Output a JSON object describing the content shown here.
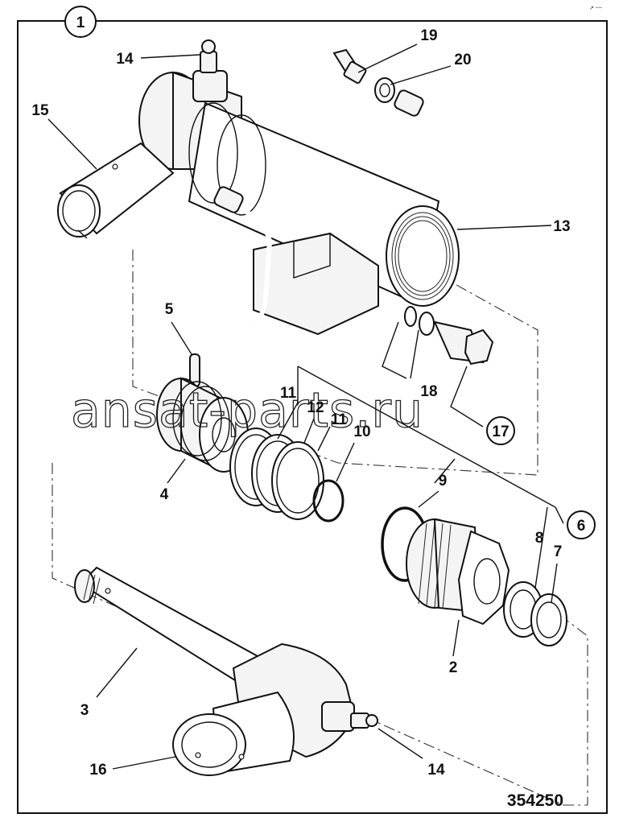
{
  "diagram": {
    "assembly_callout": "1",
    "figure_number": "354250",
    "watermark": "ansat-parts.ru",
    "top_right_mark": "↗ ~~"
  },
  "callouts": {
    "c2": "2",
    "c3": "3",
    "c4": "4",
    "c5": "5",
    "c6": "6",
    "c7": "7",
    "c8": "8",
    "c9": "9",
    "c10": "10",
    "c11a": "11",
    "c11b": "11",
    "c12": "12",
    "c13": "13",
    "c14a": "14",
    "c14b": "14",
    "c15": "15",
    "c16": "16",
    "c17": "17",
    "c18": "18",
    "c19": "19",
    "c20": "20"
  },
  "parts": [
    {
      "num": "2",
      "icon": "gland-nut"
    },
    {
      "num": "3",
      "icon": "piston-rod"
    },
    {
      "num": "4",
      "icon": "piston"
    },
    {
      "num": "5",
      "icon": "pin"
    },
    {
      "num": "6",
      "icon": "seal-kit"
    },
    {
      "num": "7",
      "icon": "wiper-seal"
    },
    {
      "num": "8",
      "icon": "rod-seal"
    },
    {
      "num": "9",
      "icon": "o-ring"
    },
    {
      "num": "10",
      "icon": "o-ring"
    },
    {
      "num": "11",
      "icon": "wear-ring"
    },
    {
      "num": "12",
      "icon": "piston-seal"
    },
    {
      "num": "13",
      "icon": "cylinder-barrel"
    },
    {
      "num": "14",
      "icon": "grease-nipple"
    },
    {
      "num": "15",
      "icon": "bush"
    },
    {
      "num": "16",
      "icon": "bush"
    },
    {
      "num": "17",
      "icon": "valve-kit"
    },
    {
      "num": "18",
      "icon": "seal-ring"
    },
    {
      "num": "19",
      "icon": "adapter"
    },
    {
      "num": "20",
      "icon": "bonded-seal"
    }
  ]
}
